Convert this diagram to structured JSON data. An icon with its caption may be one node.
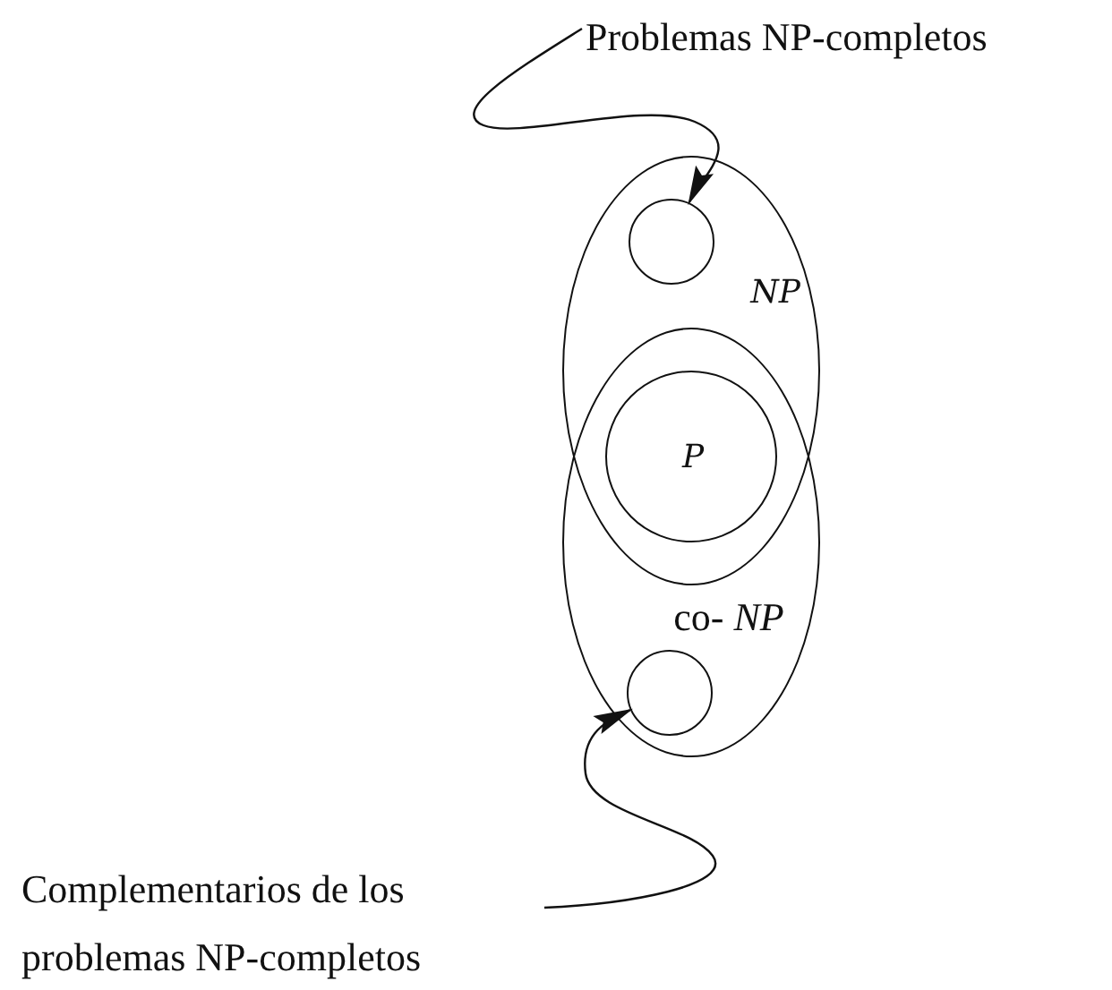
{
  "diagram": {
    "nodes": [
      {
        "text": [
          "NP"
        ]
      },
      {
        "text": [],
        "shape": "circle",
        "in": 0
      },
      {
        "text": [
          "co- *NP*"
        ]
      },
      {
        "text": [],
        "shape": "circle",
        "in": 2
      },
      {
        "text": [
          "P"
        ]
      },
      {
        "text": [
          "Problemas NP-completos"
        ]
      },
      {
        "text": [
          "Complementarios de los problemas NP-completos"
        ]
      }
    ],
    "edges": [
      {
        "from": 5,
        "to": 1,
        "arrow": "to"
      },
      {
        "from": 6,
        "to": 3,
        "arrow": "to"
      }
    ]
  }
}
